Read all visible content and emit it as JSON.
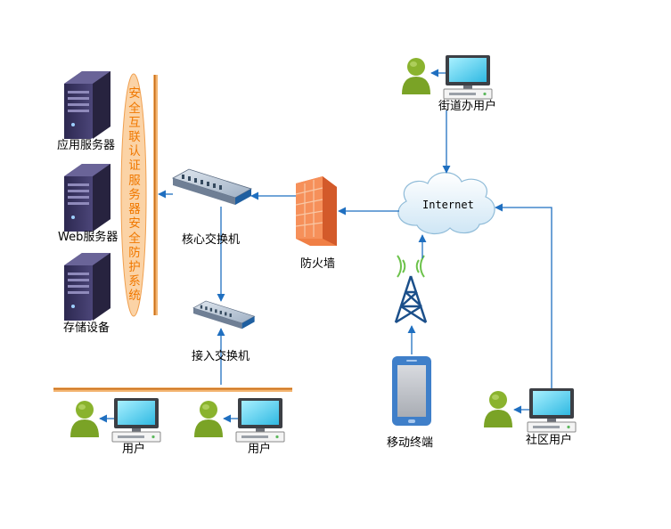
{
  "labels": {
    "app_server": "应用服务器",
    "web_server": "Web服务器",
    "storage": "存储设备",
    "security_system": "安全互联认证服务器安全防护系统",
    "core_switch": "核心交换机",
    "access_switch": "接入交换机",
    "firewall": "防火墙",
    "internet": "Internet",
    "street_office_user": "街道办用户",
    "mobile_terminal": "移动终端",
    "community_user": "社区用户",
    "user_1": "用户",
    "user_2": "用户"
  },
  "colors": {
    "arrow": "#1f6fc0",
    "orange_bar": "#f0a050",
    "oval_fill": "#fbd3a6",
    "oval_text": "#f07800",
    "server_body": "#3a3560",
    "person": "#8ab32e",
    "monitor_screen": "#5fd3ef",
    "tower": "#1b4f8a",
    "signal": "#6cc24a",
    "firewall": "#e8703a",
    "phone": "#3f7fc9"
  },
  "icons": [
    "server-icon",
    "switch-icon",
    "firewall-icon",
    "cloud-icon",
    "tower-icon",
    "phone-icon",
    "user-icon",
    "computer-icon"
  ]
}
